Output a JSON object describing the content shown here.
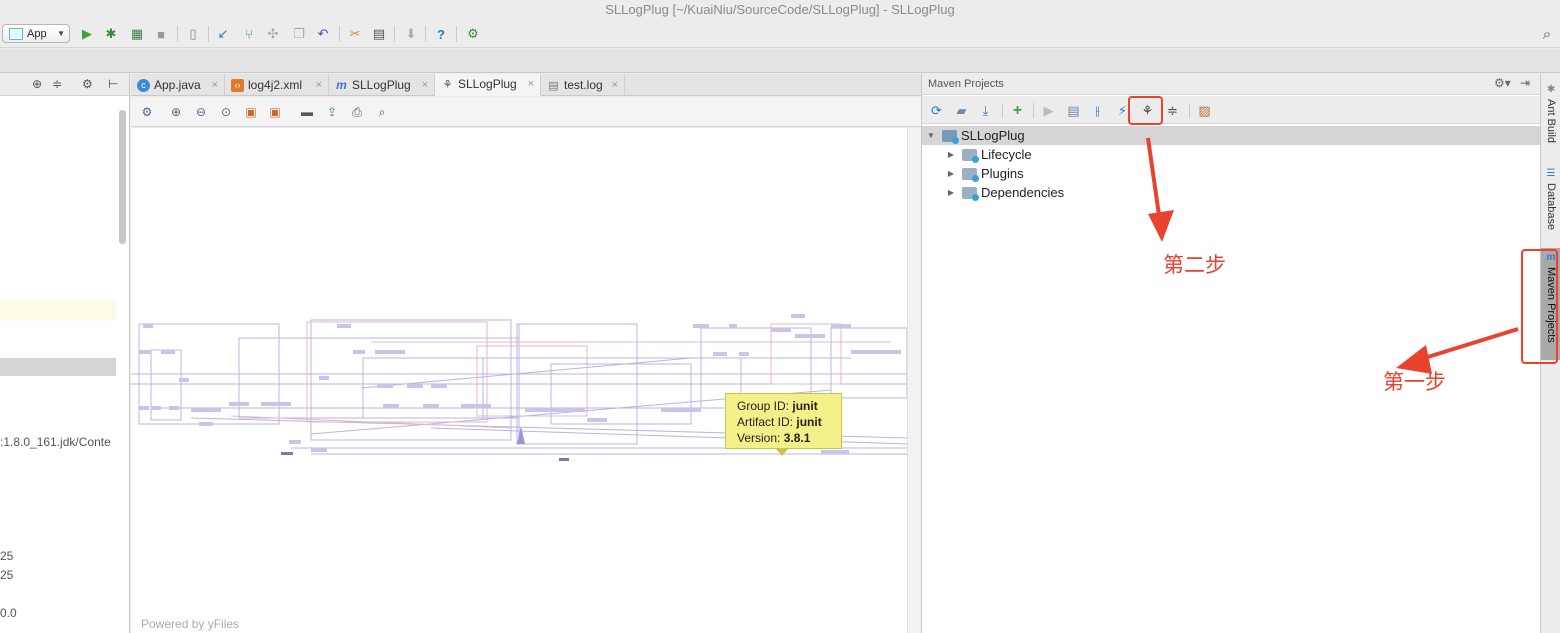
{
  "window": {
    "title": "SLLogPlug [~/KuaiNiu/SourceCode/SLLogPlug] - SLLogPlug"
  },
  "toolbar": {
    "run_config": "App",
    "icons": [
      "run-icon",
      "debug-icon",
      "coverage-icon",
      "stop-icon",
      "build-icon",
      "vcs-update-icon",
      "vcs-commit-icon",
      "compare-icon",
      "history-icon",
      "revert-icon",
      "project-structure-icon",
      "sdk-icon",
      "device-icon",
      "help-icon",
      "plugin-icon"
    ],
    "search_icon": "search-icon"
  },
  "left_panel": {
    "lines": [
      {
        "text": ":1.8.0_161.jdk/Conte"
      },
      {
        "text": "25"
      },
      {
        "text": "25"
      },
      {
        "text": "0.0"
      }
    ]
  },
  "editor": {
    "tabs": [
      {
        "label": "App.java",
        "icon": "java-class-icon"
      },
      {
        "label": "log4j2.xml",
        "icon": "xml-icon"
      },
      {
        "label": "SLLogPlug",
        "icon": "maven-icon"
      },
      {
        "label": "SLLogPlug",
        "icon": "diagram-icon",
        "active": true
      },
      {
        "label": "test.log",
        "icon": "text-file-icon"
      }
    ],
    "diagram_toolbar_icons": [
      "layout-icon",
      "zoom-in-icon",
      "zoom-out-icon",
      "actual-size-icon",
      "fit-content-icon",
      "apply-layout-icon",
      "save-icon",
      "export-icon",
      "print-icon",
      "print-preview-icon"
    ],
    "powered_by": "Powered by yFiles",
    "tooltip": {
      "group_label": "Group ID:",
      "group_value": "junit",
      "artifact_label": "Artifact ID:",
      "artifact_value": "junit",
      "version_label": "Version:",
      "version_value": "3.8.1"
    }
  },
  "maven_panel": {
    "title": "Maven Projects",
    "toolbar_icons": [
      "reimport-icon",
      "generate-sources-icon",
      "download-icon",
      "add-icon",
      "execute-goal-icon",
      "toggle-offline-icon",
      "skip-tests-icon",
      "lifecycle-icon",
      "show-dependencies-icon",
      "collapse-all-icon",
      "settings-icon"
    ],
    "tree": [
      {
        "label": "SLLogPlug",
        "level": 0,
        "expanded": true
      },
      {
        "label": "Lifecycle",
        "level": 1
      },
      {
        "label": "Plugins",
        "level": 1
      },
      {
        "label": "Dependencies",
        "level": 1
      }
    ]
  },
  "right_bar": {
    "tabs": [
      {
        "label": "Ant Build"
      },
      {
        "label": "Database"
      },
      {
        "label": "Maven Projects",
        "active": true
      }
    ]
  },
  "annotations": {
    "step1": "第一步",
    "step2": "第二步",
    "color": "#e9432f"
  }
}
